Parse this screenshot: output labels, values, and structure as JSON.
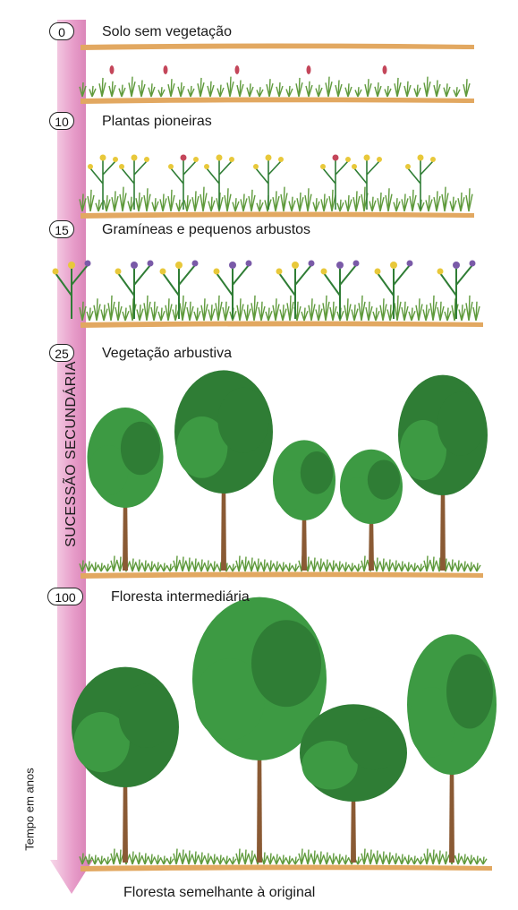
{
  "axis": {
    "process_label": "SUCESSÃO SECUNDÁRIA",
    "time_label": "Tempo em anos",
    "arrow_color": "#e79cc9"
  },
  "stages": [
    {
      "year": "0",
      "label": "Solo sem vegetação"
    },
    {
      "year": "10",
      "label": "Plantas pioneiras"
    },
    {
      "year": "15",
      "label": "Gramíneas e pequenos arbustos"
    },
    {
      "year": "25",
      "label": "Vegetação arbustiva"
    },
    {
      "year": "100",
      "label": "Floresta intermediária"
    }
  ],
  "final_label": "Floresta semelhante à original",
  "colors": {
    "ground": "#e2a861",
    "grass": "#5f9a3c",
    "foliage": "#3d9a43",
    "foliage_dark": "#2f7d35",
    "trunk": "#8a5a34",
    "flower_yellow": "#e8c83a",
    "flower_purple": "#7a5aa8",
    "flower_red": "#c4465a"
  }
}
